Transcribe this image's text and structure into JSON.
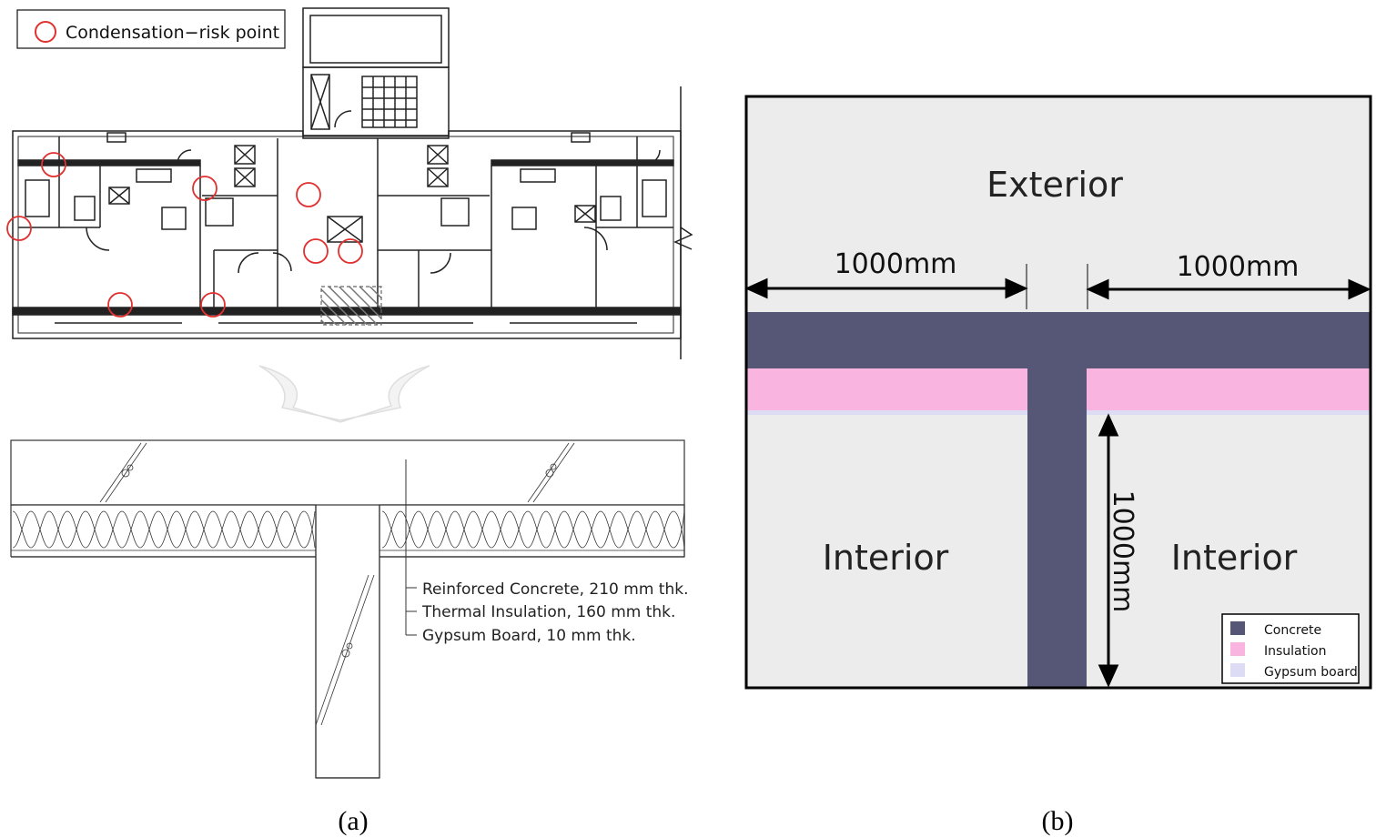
{
  "legend_a": {
    "label": "Condensation−risk point",
    "marker_color": "#e03030"
  },
  "detail_a": {
    "layers": [
      "Reinforced Concrete, 210 mm thk.",
      "Thermal Insulation, 160 mm thk.",
      "Gypsum Board, 10 mm thk."
    ]
  },
  "model_b": {
    "exterior_label": "Exterior",
    "interior_left_label": "Interior",
    "interior_right_label": "Interior",
    "dim_left": "1000mm",
    "dim_right": "1000mm",
    "dim_vertical": "1000mm",
    "legend": [
      {
        "label": "Concrete",
        "color": "#565676"
      },
      {
        "label": "Insulation",
        "color": "#f9b4e0"
      },
      {
        "label": "Gypsum board",
        "color": "#dcdcf4"
      }
    ],
    "background_color": "#ececec"
  },
  "captions": {
    "a": "(a)",
    "b": "(b)"
  }
}
